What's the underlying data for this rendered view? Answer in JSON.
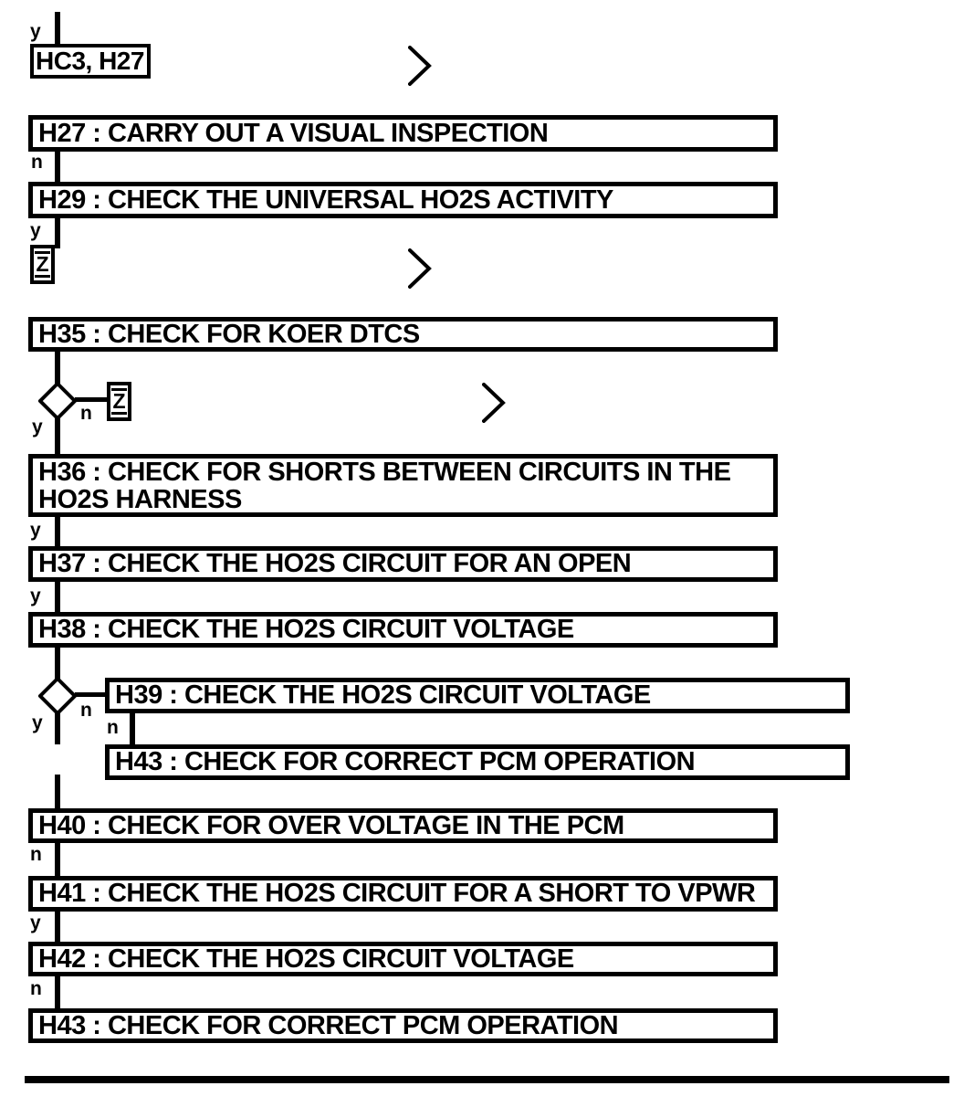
{
  "page": {
    "background": "#ffffff",
    "ink": "#000000"
  },
  "labels": {
    "yes": "y",
    "no": "n"
  },
  "connector": {
    "label": "Z"
  },
  "icons": {
    "continuation_chevron": "chevron-right"
  },
  "flowchart": {
    "start": "HC3, H27",
    "steps": {
      "h27": "H27 : CARRY OUT A VISUAL INSPECTION",
      "h29": "H29 : CHECK THE UNIVERSAL HO2S ACTIVITY",
      "h35": "H35 : CHECK FOR KOER DTCS",
      "h36_line1": "H36 : CHECK FOR SHORTS BETWEEN CIRCUITS IN THE",
      "h36_line2": "HO2S HARNESS",
      "h37": "H37 : CHECK THE HO2S CIRCUIT FOR AN OPEN",
      "h38": "H38 : CHECK THE HO2S CIRCUIT VOLTAGE",
      "h39": "H39 : CHECK THE HO2S CIRCUIT VOLTAGE",
      "h43a": "H43 : CHECK FOR CORRECT PCM OPERATION",
      "h40": "H40 : CHECK FOR OVER VOLTAGE IN THE PCM",
      "h41": "H41 : CHECK THE HO2S CIRCUIT FOR A SHORT TO VPWR",
      "h42": "H42 : CHECK THE HO2S CIRCUIT VOLTAGE",
      "h43b": "H43 : CHECK FOR CORRECT PCM OPERATION"
    },
    "edges": [
      {
        "from": "entry",
        "branch": "y",
        "to": "HC3, H27"
      },
      {
        "from": "H27",
        "branch": "n",
        "to": "H29"
      },
      {
        "from": "H29",
        "branch": "y",
        "to": "Z"
      },
      {
        "from": "H35",
        "branch": "n",
        "to": "Z"
      },
      {
        "from": "H35",
        "branch": "y",
        "to": "H36"
      },
      {
        "from": "H36",
        "branch": "y",
        "to": "H37"
      },
      {
        "from": "H37",
        "branch": "y",
        "to": "H38"
      },
      {
        "from": "H38",
        "branch": "n",
        "to": "H39"
      },
      {
        "from": "H38",
        "branch": "y",
        "to": "H40"
      },
      {
        "from": "H39",
        "branch": "n",
        "to": "H43"
      },
      {
        "from": "H40",
        "branch": "n",
        "to": "H41"
      },
      {
        "from": "H41",
        "branch": "y",
        "to": "H42"
      },
      {
        "from": "H42",
        "branch": "n",
        "to": "H43"
      }
    ]
  }
}
